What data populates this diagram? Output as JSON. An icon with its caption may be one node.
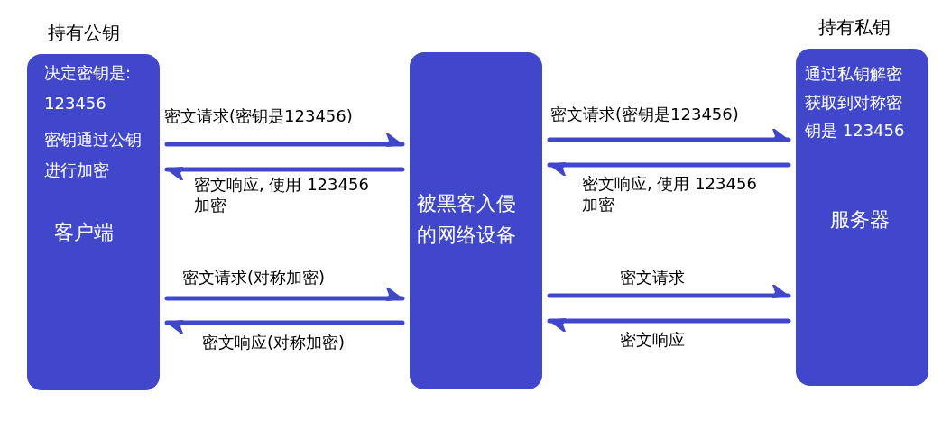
{
  "diagram": {
    "nodes": [
      {
        "text": [
          "持有公钥",
          "决定密钥是:",
          "123456",
          "密钥通过公钥进行加密",
          "客户端"
        ]
      },
      {
        "text": [
          "被黑客入侵的网络设备"
        ]
      },
      {
        "text": [
          "持有私钥",
          "通过私钥解密获取到对称密钥是 123456",
          "服务器"
        ]
      }
    ],
    "edges": [
      {
        "from": 0,
        "to": 1,
        "arrow": "to",
        "label": "密文请求(密钥是123456)"
      },
      {
        "from": 1,
        "to": 0,
        "arrow": "to",
        "label": "密文响应, 使用 123456 加密"
      },
      {
        "from": 0,
        "to": 1,
        "arrow": "to",
        "label": "密文请求(对称加密)"
      },
      {
        "from": 1,
        "to": 0,
        "arrow": "to",
        "label": "密文响应(对称加密)"
      },
      {
        "from": 1,
        "to": 2,
        "arrow": "to",
        "label": "密文请求(密钥是123456)"
      },
      {
        "from": 2,
        "to": 1,
        "arrow": "to",
        "label": "密文响应, 使用 123456 加密"
      },
      {
        "from": 1,
        "to": 2,
        "arrow": "to",
        "label": "密文请求"
      },
      {
        "from": 2,
        "to": 1,
        "arrow": "to",
        "label": "密文响应"
      }
    ]
  }
}
